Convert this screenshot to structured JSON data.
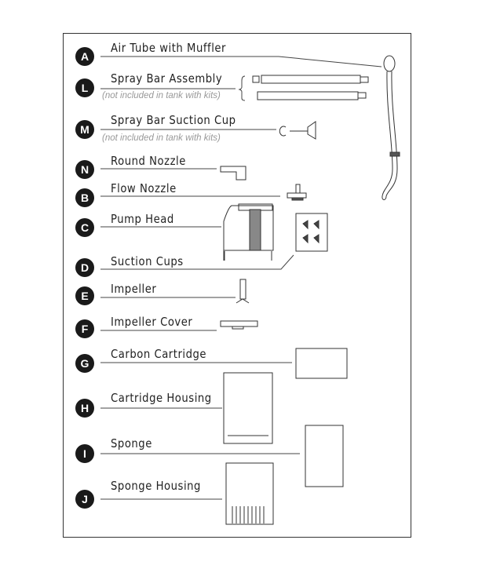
{
  "parts": [
    {
      "letter": "A",
      "label": "Air Tube with Muffler"
    },
    {
      "letter": "L",
      "label": "Spray Bar Assembly",
      "note": "(not included in tank with kits)"
    },
    {
      "letter": "M",
      "label": "Spray Bar Suction Cup",
      "note": "(not included in tank with kits)"
    },
    {
      "letter": "N",
      "label": "Round Nozzle"
    },
    {
      "letter": "B",
      "label": "Flow Nozzle"
    },
    {
      "letter": "C",
      "label": "Pump Head"
    },
    {
      "letter": "D",
      "label": "Suction Cups"
    },
    {
      "letter": "E",
      "label": "Impeller"
    },
    {
      "letter": "F",
      "label": "Impeller Cover"
    },
    {
      "letter": "G",
      "label": "Carbon Cartridge"
    },
    {
      "letter": "H",
      "label": "Cartridge Housing"
    },
    {
      "letter": "I",
      "label": "Sponge"
    },
    {
      "letter": "J",
      "label": "Sponge Housing"
    }
  ]
}
